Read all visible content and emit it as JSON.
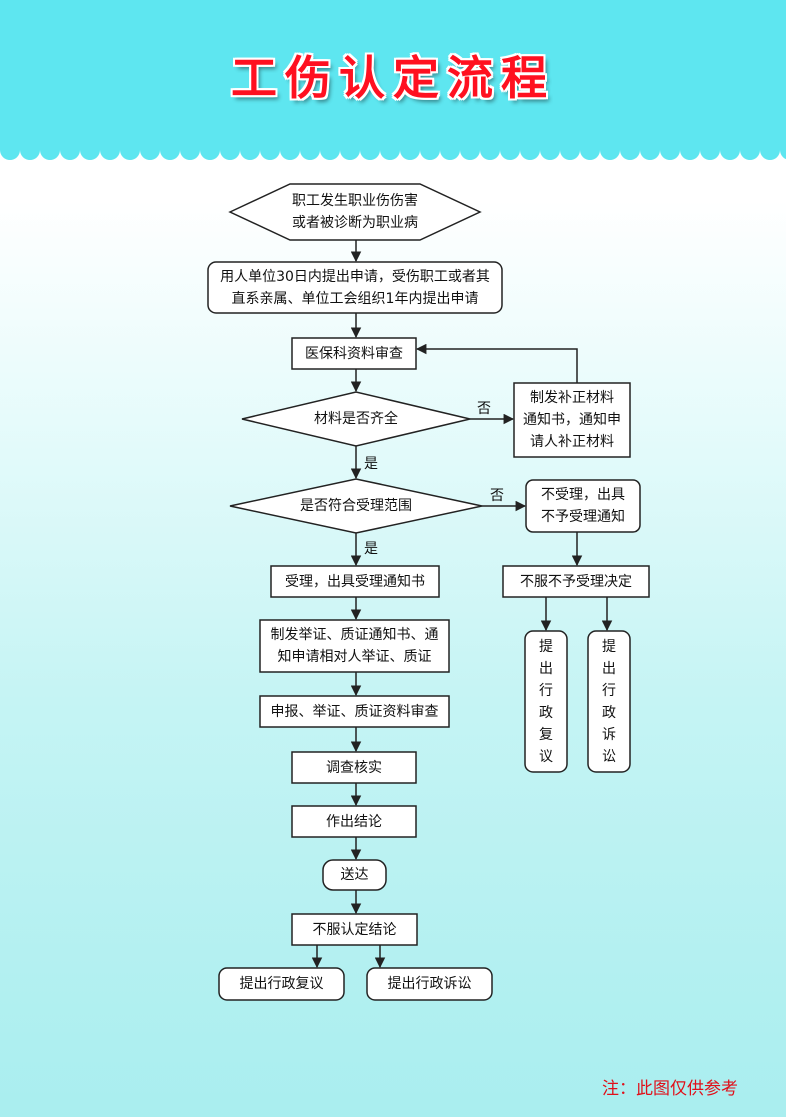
{
  "title": "工伤认定流程",
  "nodes": {
    "start": [
      "职工发生职业伤伤害",
      "或者被诊断为职业病"
    ],
    "apply": [
      "用人单位30日内提出申请，受伤职工或者其",
      "直系亲属、单位工会组织1年内提出申请"
    ],
    "review": "医保科资料审查",
    "complete_check": "材料是否齐全",
    "supplement": [
      "制发补正材料",
      "通知书，通知申",
      "请人补正材料"
    ],
    "scope_check": "是否符合受理范围",
    "reject": [
      "不受理，出具",
      "不予受理通知"
    ],
    "accept": "受理，出具受理通知书",
    "disagree_reject": "不服不予受理决定",
    "reconsider_v": [
      "提",
      "出",
      "行",
      "政",
      "复",
      "议"
    ],
    "litigate_v": [
      "提",
      "出",
      "行",
      "政",
      "诉",
      "讼"
    ],
    "evidence_notice": [
      "制发举证、质证通知书、通",
      "知申请相对人举证、质证"
    ],
    "evidence_review": "申报、举证、质证资料审查",
    "investigate": "调查核实",
    "conclusion": "作出结论",
    "deliver": "送达",
    "disagree_conclusion": "不服认定结论",
    "reconsider": "提出行政复议",
    "litigate": "提出行政诉讼"
  },
  "edge_labels": {
    "no_1": "否",
    "yes_1": "是",
    "no_2": "否",
    "yes_2": "是"
  },
  "note": "注：此图仅供参考",
  "colors": {
    "header": "#5ee6f0",
    "title": "#ff1020",
    "note": "#e0101a",
    "stroke": "#222222",
    "box_fill": "#ffffff"
  }
}
